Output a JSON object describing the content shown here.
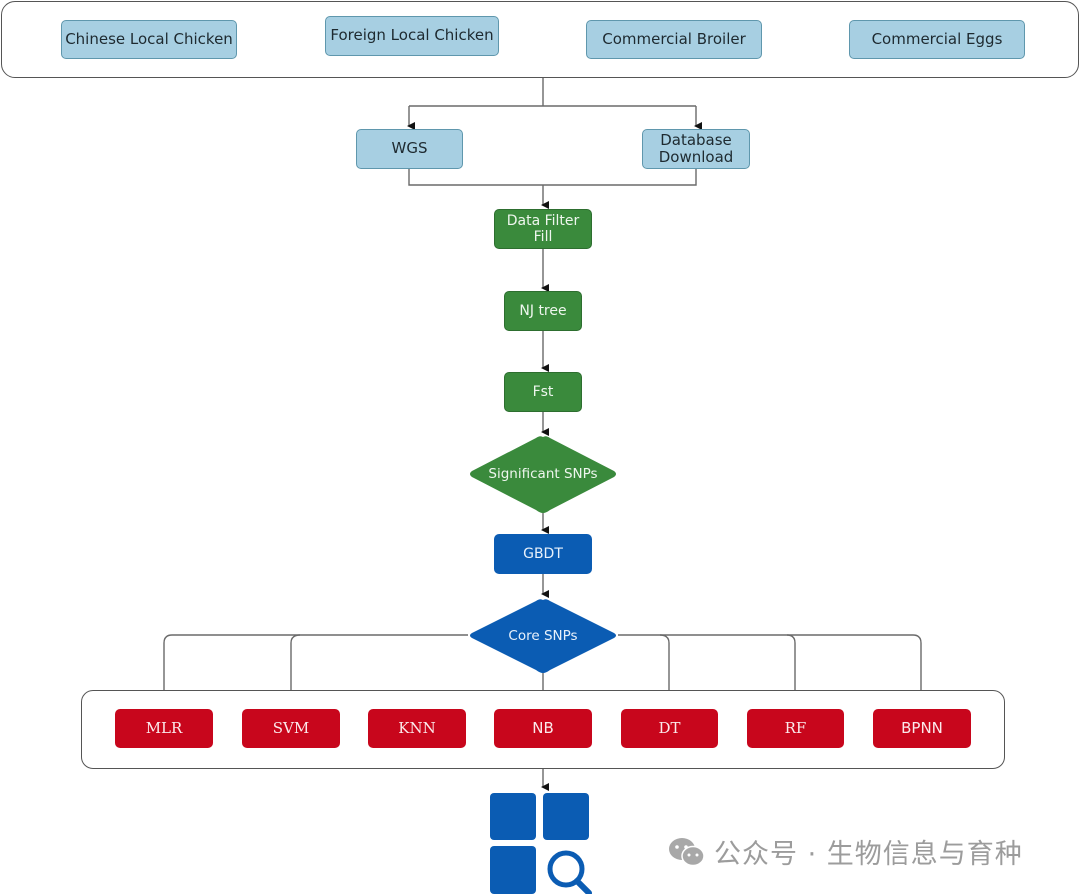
{
  "sources": {
    "items": [
      {
        "label": "Chinese Local Chicken"
      },
      {
        "label": "Foreign Local Chicken"
      },
      {
        "label": "Commercial Broiler"
      },
      {
        "label": "Commercial Eggs"
      }
    ]
  },
  "acquisition": {
    "wgs": "WGS",
    "database_line1": "Database",
    "database_line2": "Download"
  },
  "pipeline": {
    "filter_line1": "Data Filter",
    "filter_line2": "Fill",
    "nj_tree": "NJ tree",
    "fst": "Fst",
    "significant_snps": "Significant SNPs",
    "gbdt": "GBDT",
    "core_snps": "Core SNPs"
  },
  "models": {
    "items": [
      {
        "label": "MLR"
      },
      {
        "label": "SVM"
      },
      {
        "label": "KNN"
      },
      {
        "label": "NB"
      },
      {
        "label": "DT"
      },
      {
        "label": "RF"
      },
      {
        "label": "BPNN"
      }
    ]
  },
  "output": {
    "icon": "grid-search-icon"
  },
  "watermark": {
    "icon": "wechat-icon",
    "text": "公众号 · 生物信息与育种"
  },
  "colors": {
    "source_fill": "#a7cfe2",
    "process_green": "#3a8a3c",
    "gbdt_blue": "#0b5cb3",
    "model_red": "#c8061c"
  }
}
